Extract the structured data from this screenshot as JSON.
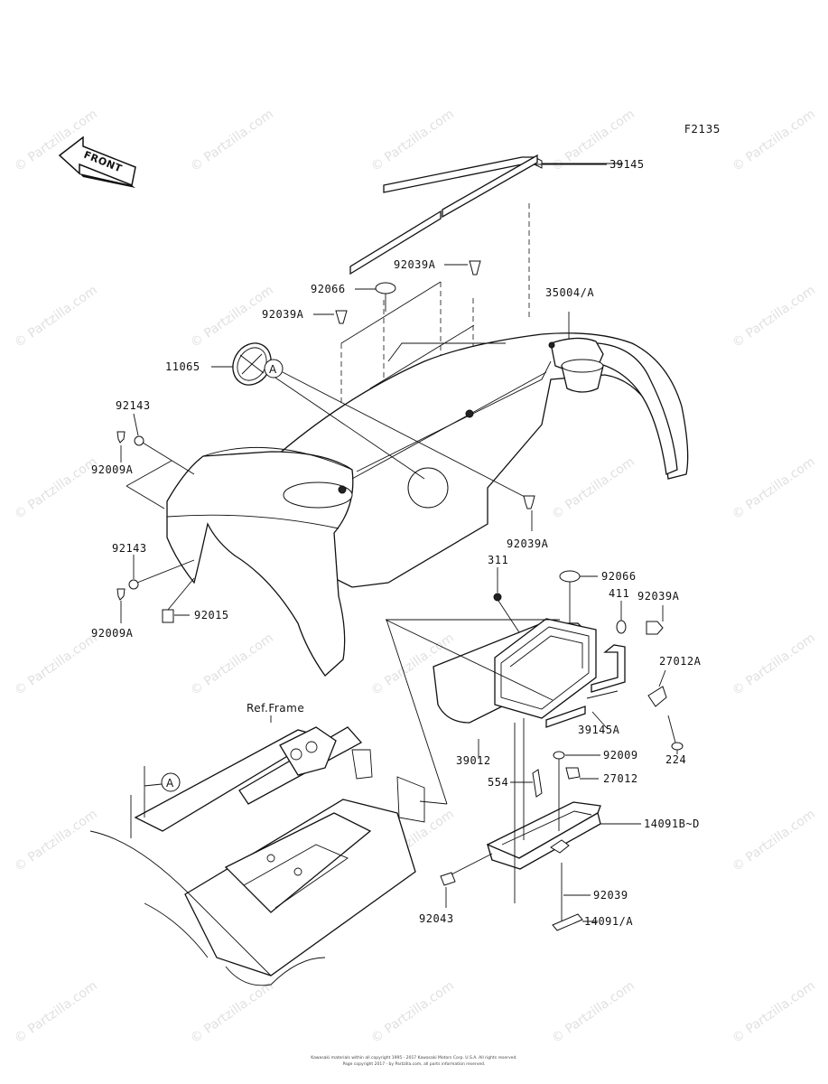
{
  "figure_code": "F2135",
  "front_label": "FRONT",
  "ref_frame_label": "Ref.Frame",
  "callout_letter": "A",
  "watermark": "© Partzilla.com",
  "parts": {
    "p39145": "39145",
    "p92039A_top": "92039A",
    "p92066_top": "92066",
    "p35004A": "35004/A",
    "p92039A_left": "92039A",
    "p11065": "11065",
    "p92143_top": "92143",
    "p92009A_top": "92009A",
    "p92039A_mid": "92039A",
    "p92143_bot": "92143",
    "p92009A_bot": "92009A",
    "p92015": "92015",
    "p311": "311",
    "p92066_right": "92066",
    "p411": "411",
    "p92039A_right": "92039A",
    "p27012A": "27012A",
    "p39145A": "39145A",
    "p224": "224",
    "p39012": "39012",
    "p92009": "92009",
    "p554": "554",
    "p27012": "27012",
    "p14091BD": "14091B~D",
    "p92039": "92039",
    "p92043": "92043",
    "p14091A": "14091/A"
  },
  "footer": {
    "line1": "Kawasaki materials within all copyright 1995 - 2017 Kawasaki Motors Corp. U.S.A. All rights reserved.",
    "line2": "Page copyright 2017 - by Partzilla.com, all parts information reserved."
  }
}
